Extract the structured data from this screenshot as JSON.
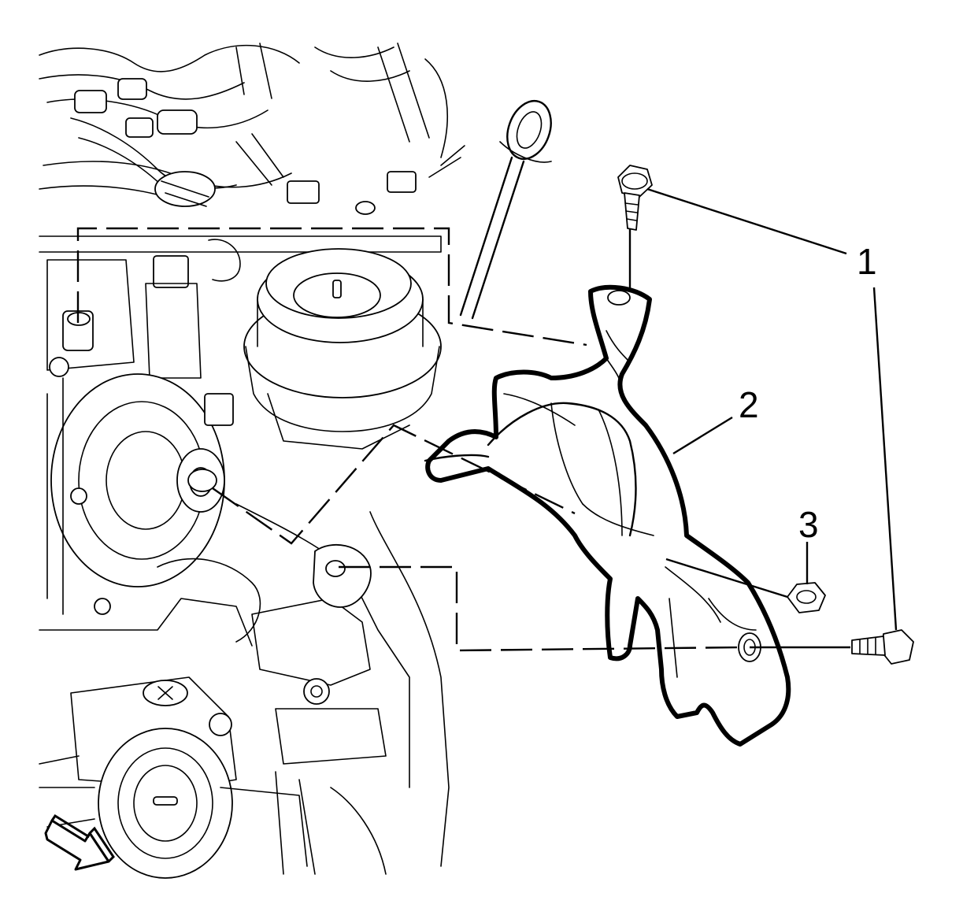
{
  "callouts": [
    {
      "id": "1",
      "text": "1"
    },
    {
      "id": "2",
      "text": "2"
    },
    {
      "id": "3",
      "text": "3"
    }
  ],
  "icons": {
    "direction_arrow": "forward-direction-arrow-icon"
  }
}
